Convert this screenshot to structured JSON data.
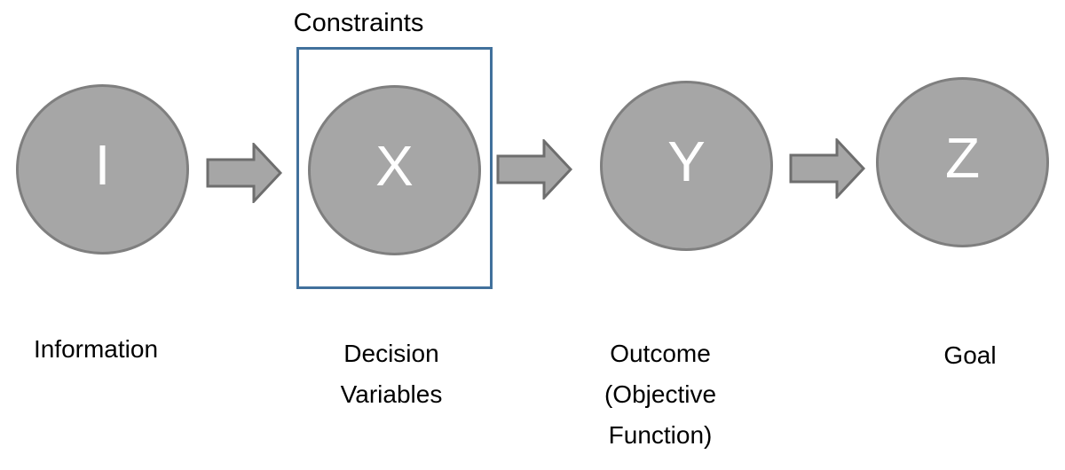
{
  "diagram": {
    "constraints_label": "Constraints",
    "nodes": [
      {
        "letter": "I",
        "label_lines": [
          "Information"
        ]
      },
      {
        "letter": "X",
        "label_lines": [
          "Decision",
          "Variables"
        ],
        "boxed_by": "Constraints"
      },
      {
        "letter": "Y",
        "label_lines": [
          "Outcome",
          "(Objective",
          "Function)"
        ]
      },
      {
        "letter": "Z",
        "label_lines": [
          "Goal"
        ]
      }
    ],
    "arrows": [
      {
        "from": "I",
        "to": "X"
      },
      {
        "from": "X",
        "to": "Y"
      },
      {
        "from": "Y",
        "to": "Z"
      }
    ],
    "colors": {
      "background": "#FFFFFF",
      "node_fill": "#A6A6A6",
      "node_border": "#7F7F7F",
      "node_letter": "#FFFFFF",
      "arrow_fill": "#A6A6A6",
      "arrow_border": "#6E6E6E",
      "constraints_box_border": "#41719C",
      "label_text": "#000000"
    }
  }
}
